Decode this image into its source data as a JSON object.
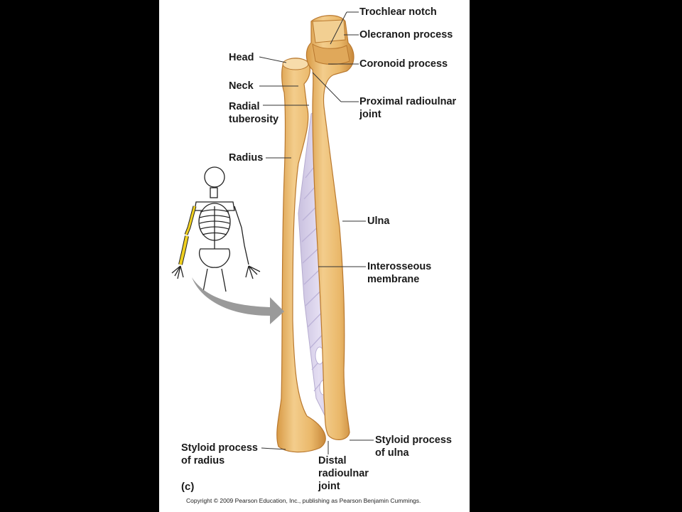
{
  "figure": {
    "panel_letter": "(c)",
    "copyright": "Copyright © 2009 Pearson Education, Inc., publishing as Pearson Benjamin Cummings."
  },
  "labels": {
    "trochlear_notch": "Trochlear notch",
    "olecranon_process": "Olecranon process",
    "coronoid_process": "Coronoid process",
    "proximal_radioulnar_joint": "Proximal radioulnar\njoint",
    "head": "Head",
    "neck": "Neck",
    "radial_tuberosity": "Radial\ntuberosity",
    "radius": "Radius",
    "ulna": "Ulna",
    "interosseous_membrane": "Interosseous\nmembrane",
    "styloid_process_of_radius": "Styloid process\nof radius",
    "distal_radioulnar_joint": "Distal\nradioulnar\njoint",
    "styloid_process_of_ulna": "Styloid process\nof ulna"
  },
  "colors": {
    "background": "#000000",
    "panel": "#ffffff",
    "bone": "#eab86a",
    "bone_highlight": "#f7dcab",
    "membrane": "#d9d2ea",
    "highlighted_bone": "#f0d020",
    "arrow": "#9a9a9a"
  }
}
